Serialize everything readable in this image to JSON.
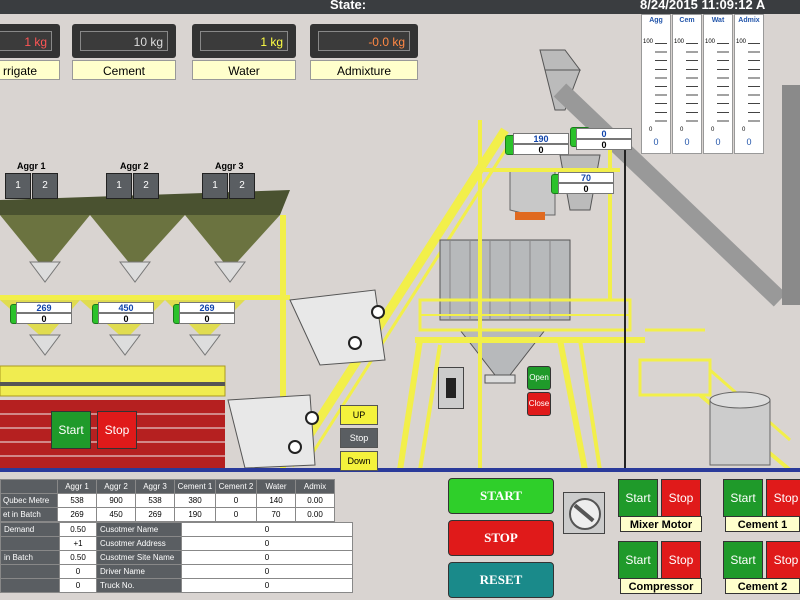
{
  "header": {
    "state_label": "State:",
    "datetime": "8/24/2015 11:09:12 A"
  },
  "weights": [
    {
      "value": "1 kg",
      "label": "rrigate",
      "color": "#ff5555"
    },
    {
      "value": "10 kg",
      "label": "Cement",
      "color": "#dddddd"
    },
    {
      "value": "1 kg",
      "label": "Water",
      "color": "#ffff44"
    },
    {
      "value": "-0.0 kg",
      "label": "Admixture",
      "color": "#ff8844"
    }
  ],
  "silos": [
    {
      "name": "Agg",
      "value": "0",
      "scale_top": "100",
      "scale_bottom": "0"
    },
    {
      "name": "Cem",
      "value": "0",
      "scale_top": "100",
      "scale_bottom": "0"
    },
    {
      "name": "Wat",
      "value": "0",
      "scale_top": "100",
      "scale_bottom": "0"
    },
    {
      "name": "Admix",
      "value": "0",
      "scale_top": "100",
      "scale_bottom": "0"
    }
  ],
  "aggregates": [
    {
      "name": "Aggr 1",
      "b1": "1",
      "b2": "2",
      "setpoint": "269",
      "actual": "0"
    },
    {
      "name": "Aggr 2",
      "b1": "1",
      "b2": "2",
      "setpoint": "450",
      "actual": "0"
    },
    {
      "name": "Aggr 3",
      "b1": "1",
      "b2": "2",
      "setpoint": "269",
      "actual": "0"
    }
  ],
  "hoppers": [
    {
      "setpoint": "190",
      "actual": "0"
    },
    {
      "setpoint": "0",
      "actual": "0"
    },
    {
      "setpoint": "70",
      "actual": "0"
    }
  ],
  "belt_controls": {
    "start": "Start",
    "stop": "Stop"
  },
  "skip_controls": {
    "up": "UP",
    "stop": "Stop",
    "down": "Down"
  },
  "gate_controls": {
    "open": "Open",
    "close": "Close"
  },
  "main_controls": {
    "start": "START",
    "stop": "STOP",
    "reset": "RESET"
  },
  "motors": [
    {
      "label": "Mixer Motor",
      "start": "Start",
      "stop": "Stop"
    },
    {
      "label": "Cement 1",
      "start": "Start",
      "stop": "Stop"
    },
    {
      "label": "Compressor",
      "start": "Start",
      "stop": "Stop"
    },
    {
      "label": "Cement 2",
      "start": "Start",
      "stop": "Stop"
    }
  ],
  "recipe_table": {
    "headers": [
      "",
      "Aggr 1",
      "Aggr 2",
      "Aggr 3",
      "Cement 1",
      "Cement 2",
      "Water",
      "Admix"
    ],
    "rows": [
      [
        "Qubec Metre",
        "538",
        "900",
        "538",
        "380",
        "0",
        "140",
        "0.00"
      ],
      [
        "et in Batch",
        "269",
        "450",
        "269",
        "190",
        "0",
        "70",
        "0.00"
      ]
    ]
  },
  "customer_table": [
    {
      "label": "Demand",
      "value": "0.50",
      "field": "Cusotmer Name",
      "field_value": "0"
    },
    {
      "label": "",
      "value": "+1",
      "field": "Cusotmer Address",
      "field_value": "0"
    },
    {
      "label": "in Batch",
      "value": "0.50",
      "field": "Cusotmer Site Name",
      "field_value": "0"
    },
    {
      "label": "",
      "value": "0",
      "field": "Driver Name",
      "field_value": "0"
    },
    {
      "label": "",
      "value": "0",
      "field": "Truck No.",
      "field_value": "0"
    }
  ]
}
